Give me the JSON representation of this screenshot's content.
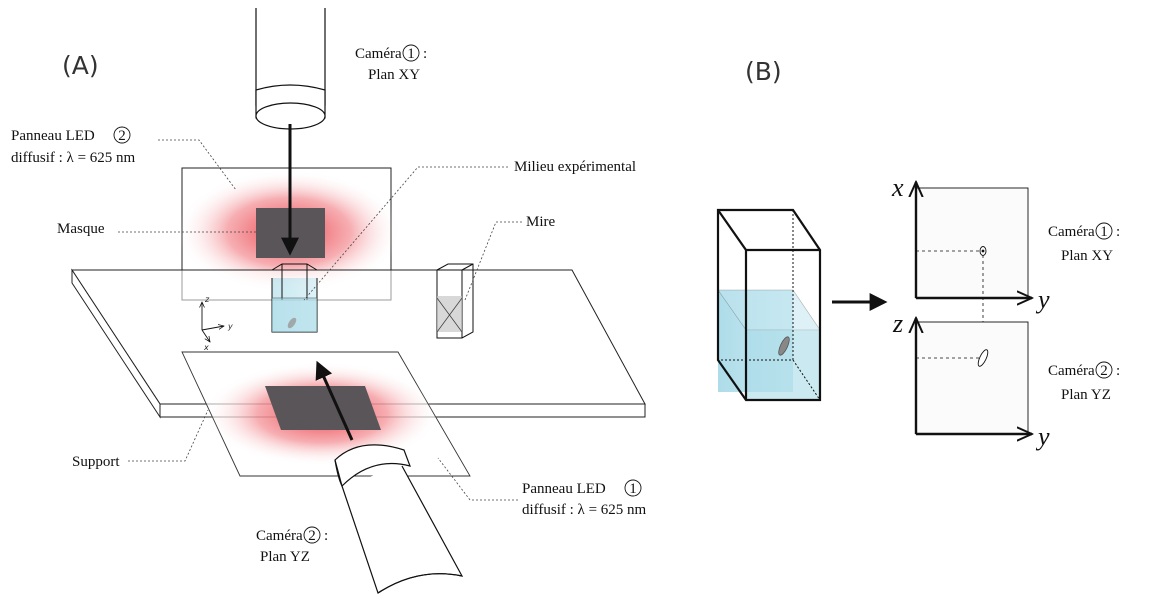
{
  "panel_a": {
    "tag": "(A)",
    "camera1": {
      "line1": "Caméra",
      "num": "1",
      "line1_suffix": ":",
      "line2": "Plan XY"
    },
    "camera2": {
      "line1": "Caméra",
      "num": "2",
      "line1_suffix": ":",
      "line2": "Plan YZ"
    },
    "led2": {
      "line1": "Panneau LED",
      "num": "2",
      "line2": "diffusif : λ = 625 nm"
    },
    "led1": {
      "line1": "Panneau LED",
      "num": "1",
      "line2": "diffusif : λ = 625 nm"
    },
    "masque": "Masque",
    "milieu": "Milieu expérimental",
    "mire": "Mire",
    "support": "Support",
    "mini_axes": {
      "z": "z",
      "y": "y",
      "x": "x"
    }
  },
  "panel_b": {
    "tag": "(B)",
    "top_plot": {
      "v_axis": "x",
      "h_axis": "y"
    },
    "bottom_plot": {
      "v_axis": "z",
      "h_axis": "y"
    },
    "camera1": {
      "line1": "Caméra",
      "num": "1",
      "line1_suffix": ":",
      "line2": "Plan XY"
    },
    "camera2": {
      "line1": "Caméra",
      "num": "2",
      "line1_suffix": ":",
      "line2": "Plan YZ"
    }
  },
  "colors": {
    "led_red": "#e8323c",
    "mask_gray": "#5a5558",
    "water_blue": "#a9dbe8",
    "outline": "#111111"
  }
}
